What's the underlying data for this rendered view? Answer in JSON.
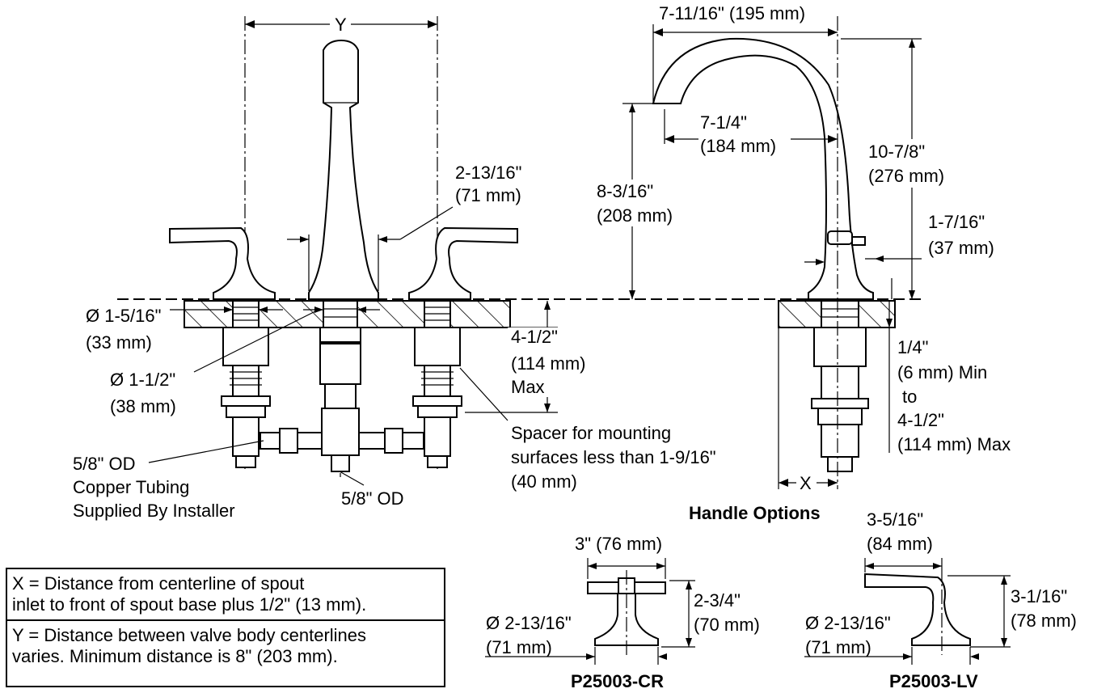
{
  "dimension_y": {
    "label": "Y"
  },
  "dimension_x": {
    "label": "X"
  },
  "spout_reach": {
    "label": "7-11/16\" (195 mm)"
  },
  "spout_outlet_reach": {
    "line1": "7-1/4\"",
    "line2": "(184 mm)"
  },
  "spout_height": {
    "line1": "10-7/8\"",
    "line2": "(276 mm)"
  },
  "outlet_height": {
    "line1": "8-3/16\"",
    "line2": "(208 mm)"
  },
  "spout_base_dia": {
    "line1": "2-13/16\"",
    "line2": "(71 mm)"
  },
  "popup_height": {
    "line1": "1-7/16\"",
    "line2": "(37 mm)"
  },
  "handle_shank_dia": {
    "line1": "Ø 1-5/16\"",
    "line2": "(33 mm)"
  },
  "spout_shank_dia": {
    "line1": "Ø 1-1/2\"",
    "line2": "(38 mm)"
  },
  "max_thickness": {
    "line1": "4-1/2\"",
    "line2": "(114 mm)",
    "line3": "Max"
  },
  "spacer_note": {
    "line1": "Spacer for mounting",
    "line2": "surfaces less than 1-9/16\"",
    "line3": "(40 mm)"
  },
  "deck_range": {
    "line1": "1/4\"",
    "line2": "(6 mm) Min",
    "line3": "to",
    "line4": "4-1/2\"",
    "line5": "(114 mm) Max"
  },
  "tubing_note": {
    "line1": "5/8\" OD",
    "line2": "Copper Tubing",
    "line3": "Supplied By Installer"
  },
  "outlet_od": {
    "label": "5/8\" OD"
  },
  "handle_options": {
    "title": "Handle Options",
    "cross": {
      "model": "P25003-CR",
      "width": "3\" (76 mm)",
      "height_line1": "2-3/4\"",
      "height_line2": "(70 mm)",
      "base_line1": "Ø 2-13/16\"",
      "base_line2": "(71 mm)"
    },
    "lever": {
      "model": "P25003-LV",
      "width_line1": "3-5/16\"",
      "width_line2": "(84 mm)",
      "height_line1": "3-1/16\"",
      "height_line2": "(78 mm)",
      "base_line1": "Ø 2-13/16\"",
      "base_line2": "(71 mm)"
    }
  },
  "legend": {
    "x_definition": "X = Distance from centerline of spout\ninlet to front of spout base plus 1/2\" (13 mm).",
    "y_definition": "Y = Distance between valve body centerlines\nvaries. Minimum distance is 8\" (203 mm)."
  }
}
